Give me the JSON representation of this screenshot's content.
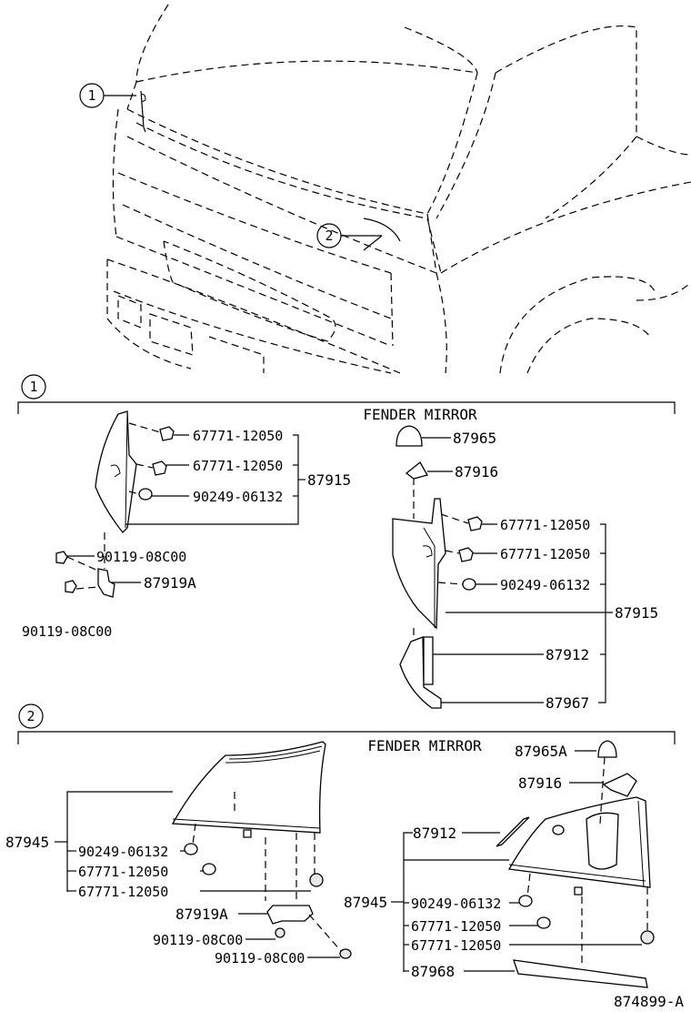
{
  "callouts": {
    "c1": "1",
    "c2": "2",
    "sec1": "1",
    "sec2": "2"
  },
  "section1": {
    "header": "FENDER MIRROR",
    "left_parts": {
      "p1": "67771-12050",
      "p2": "67771-12050",
      "p3": "90249-06132",
      "assembly": "87915",
      "bolt_top": "90119-08C00",
      "bracket": "87919A",
      "bolt_bottom": "90119-08C00"
    },
    "right_parts": {
      "cap": "87965",
      "mirror": "87916",
      "p1": "67771-12050",
      "p2": "67771-12050",
      "p3": "90249-06132",
      "assembly": "87915",
      "seal": "87912",
      "lower": "87967"
    }
  },
  "section2": {
    "header": "FENDER MIRROR",
    "left_parts": {
      "assembly": "87945",
      "p1": "90249-06132",
      "p2": "67771-12050",
      "p3": "67771-12050",
      "bracket": "87919A",
      "bolt1": "90119-08C00",
      "bolt2": "90119-08C00"
    },
    "right_parts": {
      "cap": "87965A",
      "mirror": "87916",
      "seal": "87912",
      "assembly": "87945",
      "p1": "90249-06132",
      "p2": "67771-12050",
      "p3": "67771-12050",
      "lower": "87968"
    }
  },
  "figure_id": "874899-A"
}
